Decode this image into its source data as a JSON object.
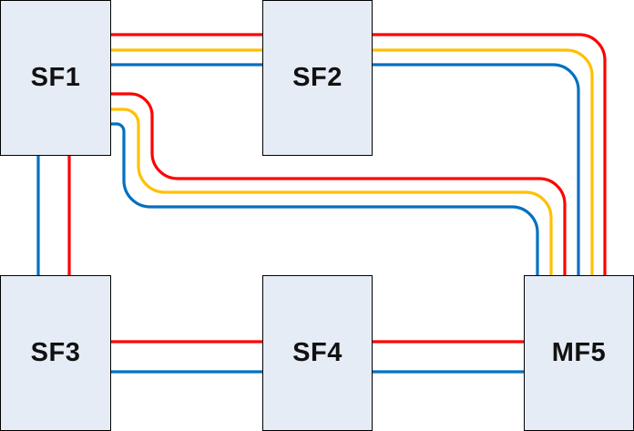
{
  "diagram": {
    "type": "network topology",
    "nodes": [
      {
        "id": "sf1",
        "label": "SF1"
      },
      {
        "id": "sf2",
        "label": "SF2"
      },
      {
        "id": "sf3",
        "label": "SF3"
      },
      {
        "id": "sf4",
        "label": "SF4"
      },
      {
        "id": "mf5",
        "label": "MF5"
      }
    ],
    "colors": {
      "red": "#ff0000",
      "yellow": "#ffc000",
      "blue": "#0070c0"
    },
    "links": [
      {
        "from": "sf1",
        "to": "mf5",
        "via": "sf2",
        "color": "red"
      },
      {
        "from": "sf1",
        "to": "mf5",
        "via": "sf2",
        "color": "yellow"
      },
      {
        "from": "sf1",
        "to": "mf5",
        "via": "sf2",
        "color": "blue"
      },
      {
        "from": "sf1",
        "to": "mf5",
        "color": "red"
      },
      {
        "from": "sf1",
        "to": "mf5",
        "color": "yellow"
      },
      {
        "from": "sf1",
        "to": "mf5",
        "color": "blue"
      },
      {
        "from": "sf1",
        "to": "sf3",
        "color": "blue"
      },
      {
        "from": "sf1",
        "to": "sf3",
        "color": "red"
      },
      {
        "from": "sf3",
        "to": "sf4",
        "color": "red"
      },
      {
        "from": "sf3",
        "to": "sf4",
        "color": "blue"
      },
      {
        "from": "sf4",
        "to": "mf5",
        "color": "red"
      },
      {
        "from": "sf4",
        "to": "mf5",
        "color": "blue"
      }
    ]
  }
}
